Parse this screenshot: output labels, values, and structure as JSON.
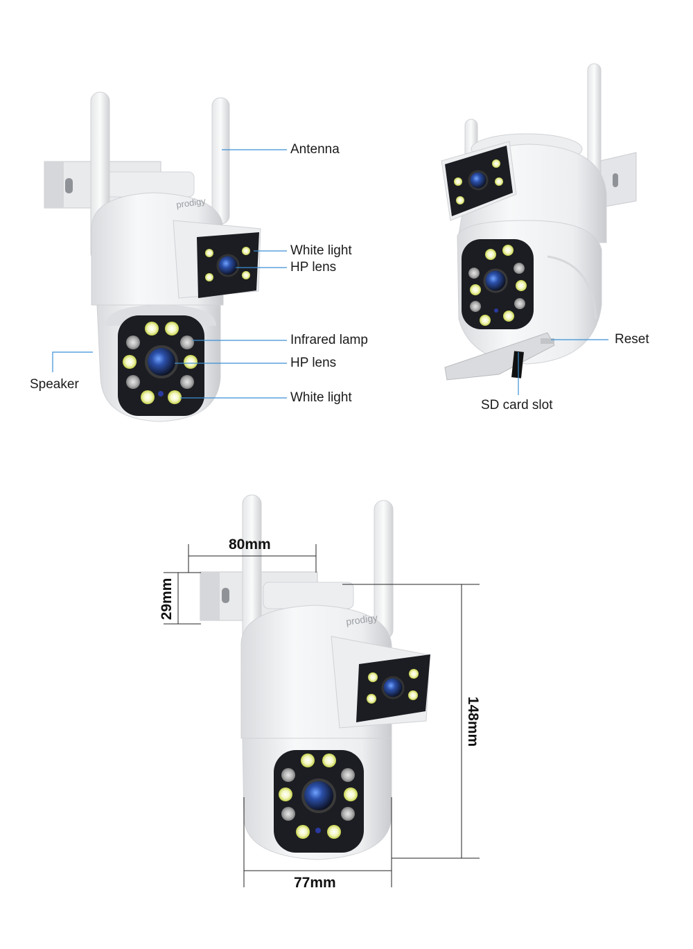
{
  "brand": "prodigy",
  "callouts": {
    "antenna": "Antenna",
    "white_light_top": "White light",
    "hp_lens_top": "HP lens",
    "infrared_lamp": "Infrared lamp",
    "hp_lens_bottom": "HP lens",
    "white_light_bottom": "White light",
    "speaker": "Speaker",
    "reset": "Reset",
    "sd_card_slot": "SD card slot"
  },
  "dimensions": {
    "bracket_width": "80mm",
    "bracket_depth": "29mm",
    "height": "148mm",
    "body_width": "77mm"
  },
  "colors": {
    "callout_line": "#3a8fd6",
    "dimension_line": "#222222",
    "camera_body": "#f1f2f4",
    "lens_panel": "#1c1d22",
    "white_led": "#e8f060",
    "ir_led": "#b5b5b5"
  }
}
